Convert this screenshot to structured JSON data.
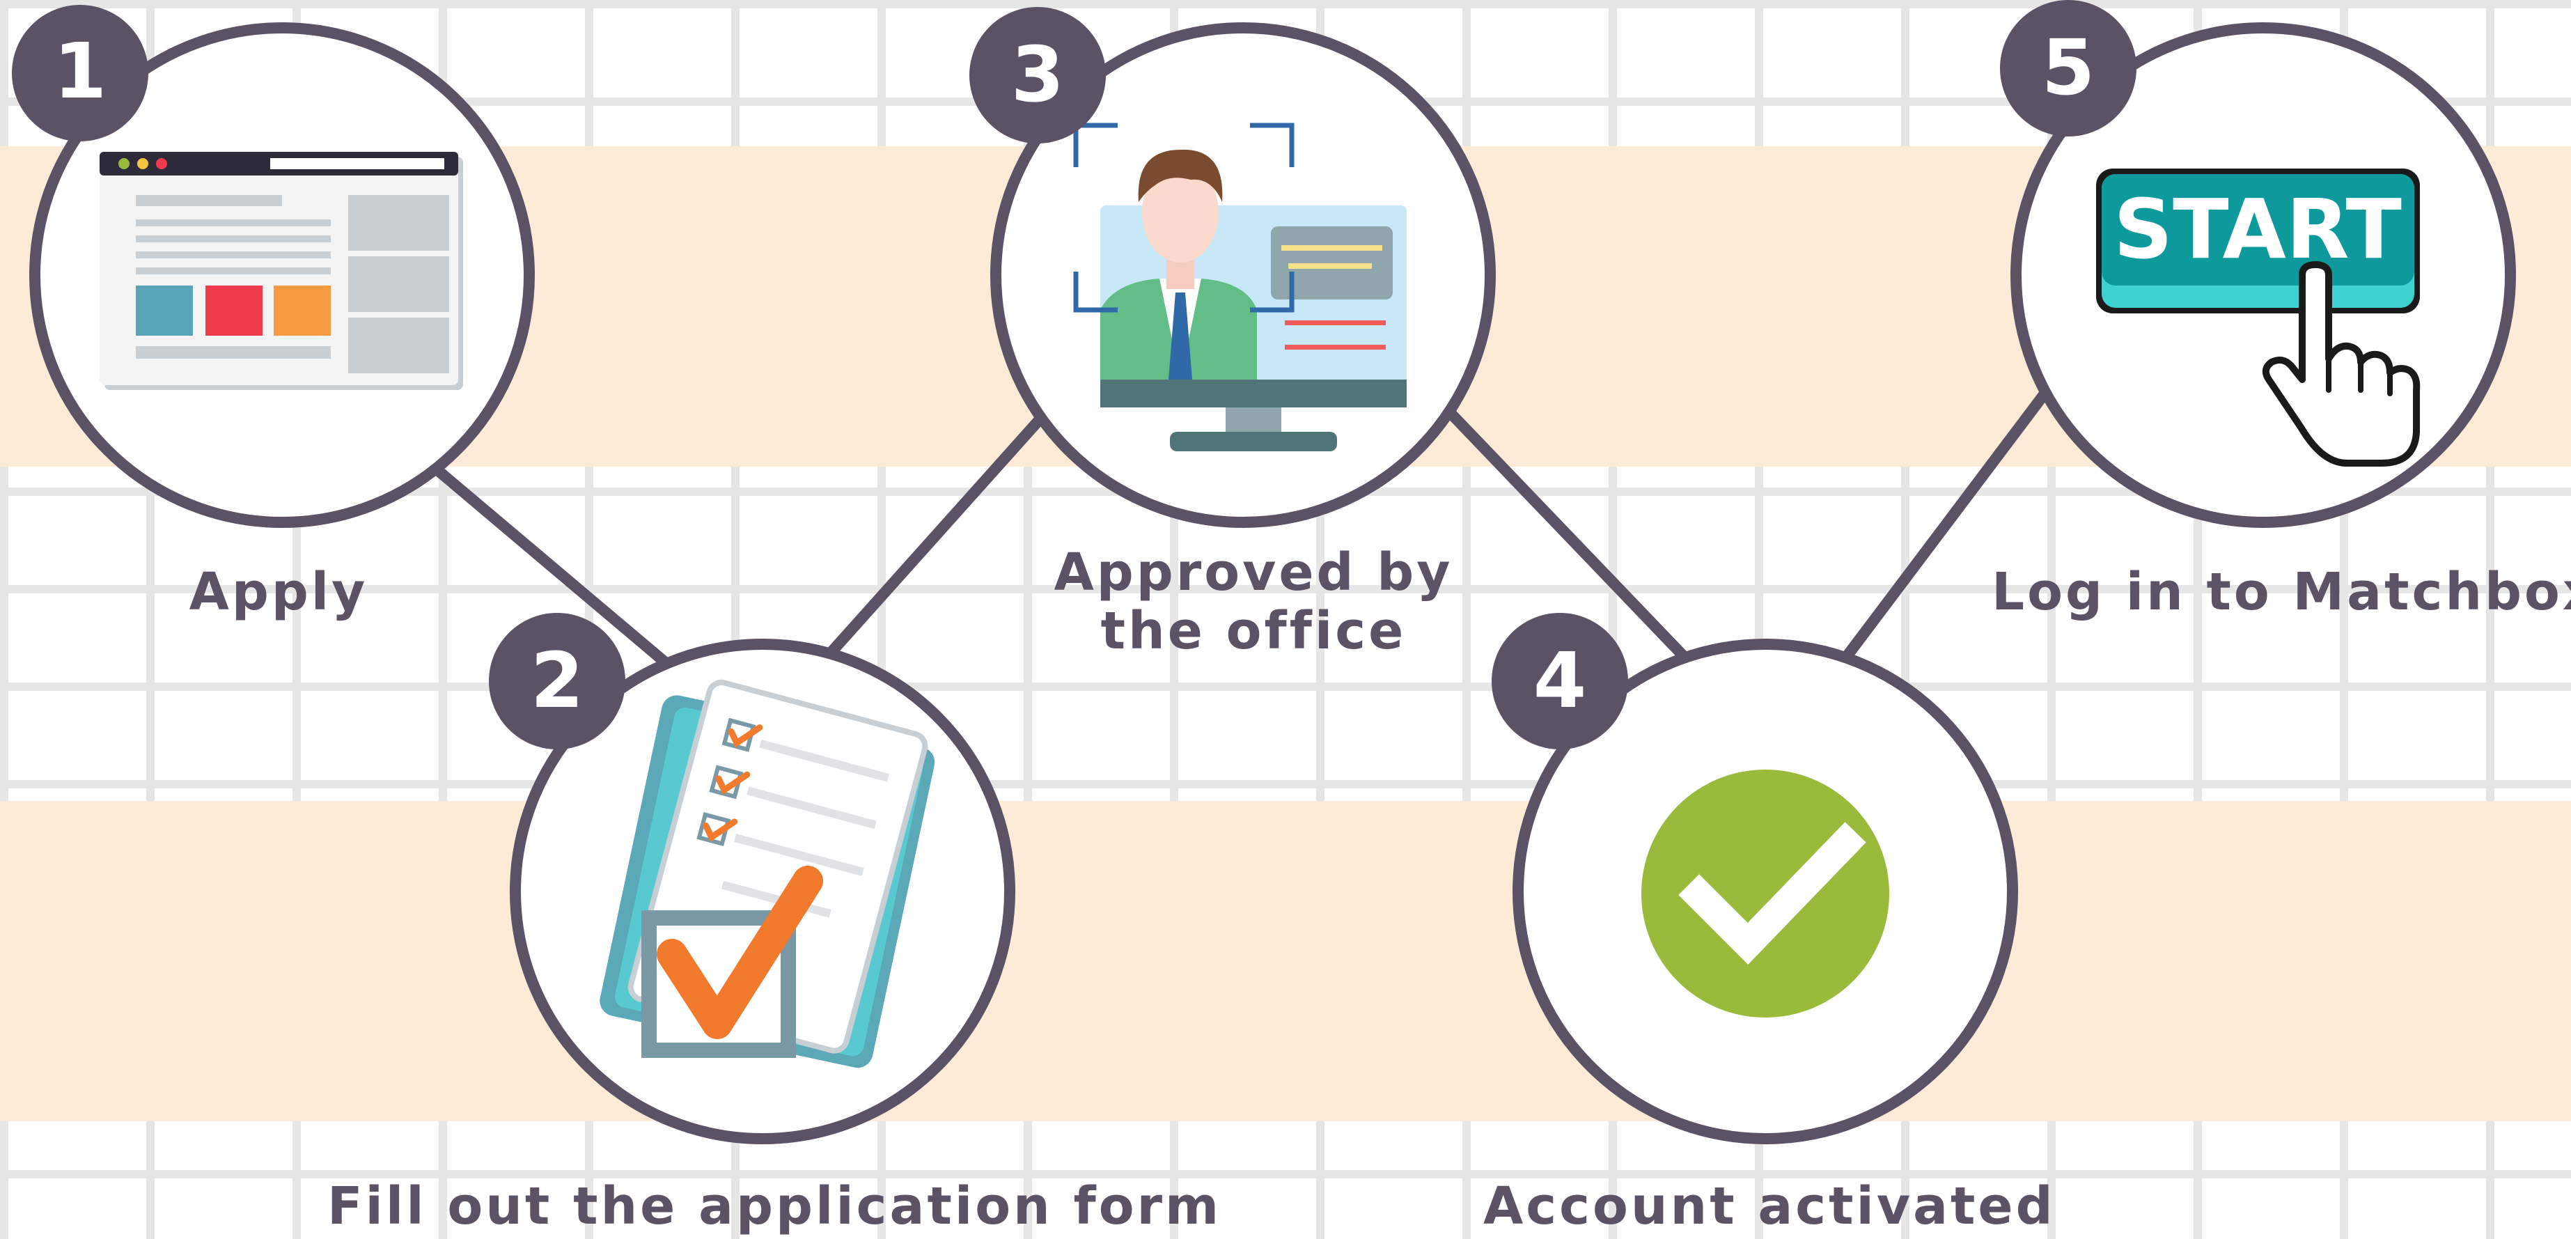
{
  "steps": [
    {
      "number": "1",
      "label": "Apply",
      "icon": "browser-window-icon"
    },
    {
      "number": "2",
      "label": "Fill out the application form",
      "icon": "checklist-form-icon"
    },
    {
      "number": "3",
      "label_line1": "Approved by",
      "label_line2": "the office",
      "icon": "person-on-monitor-icon"
    },
    {
      "number": "4",
      "label": "Account activated",
      "icon": "checkmark-circle-icon"
    },
    {
      "number": "5",
      "label": "Log in to Matchbox",
      "icon": "start-button-hand-icon"
    }
  ],
  "start_button_text": "START",
  "colors": {
    "outline": "#5b5266",
    "band": "#fdebd8",
    "grid": "#e6e6e6",
    "accent_teal": "#1aa3a8",
    "accent_green": "#9aba3b",
    "accent_orange": "#f27a2d",
    "accent_red": "#ef3b4b"
  }
}
